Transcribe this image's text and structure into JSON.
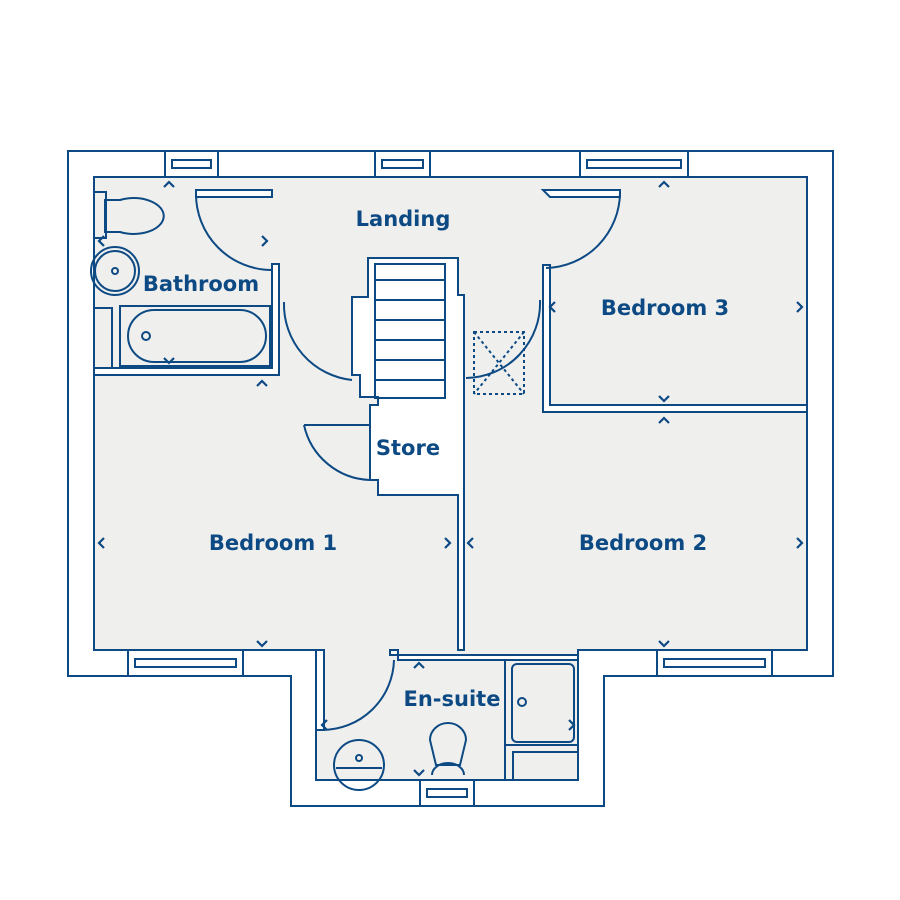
{
  "plan": {
    "rooms": {
      "landing": "Landing",
      "bathroom": "Bathroom",
      "bedroom3": "Bedroom 3",
      "store": "Store",
      "bedroom1": "Bedroom 1",
      "bedroom2": "Bedroom 2",
      "ensuite": "En-suite"
    },
    "colors": {
      "line": "#0d4a84",
      "floor": "#efefee",
      "background": "#ffffff"
    }
  }
}
